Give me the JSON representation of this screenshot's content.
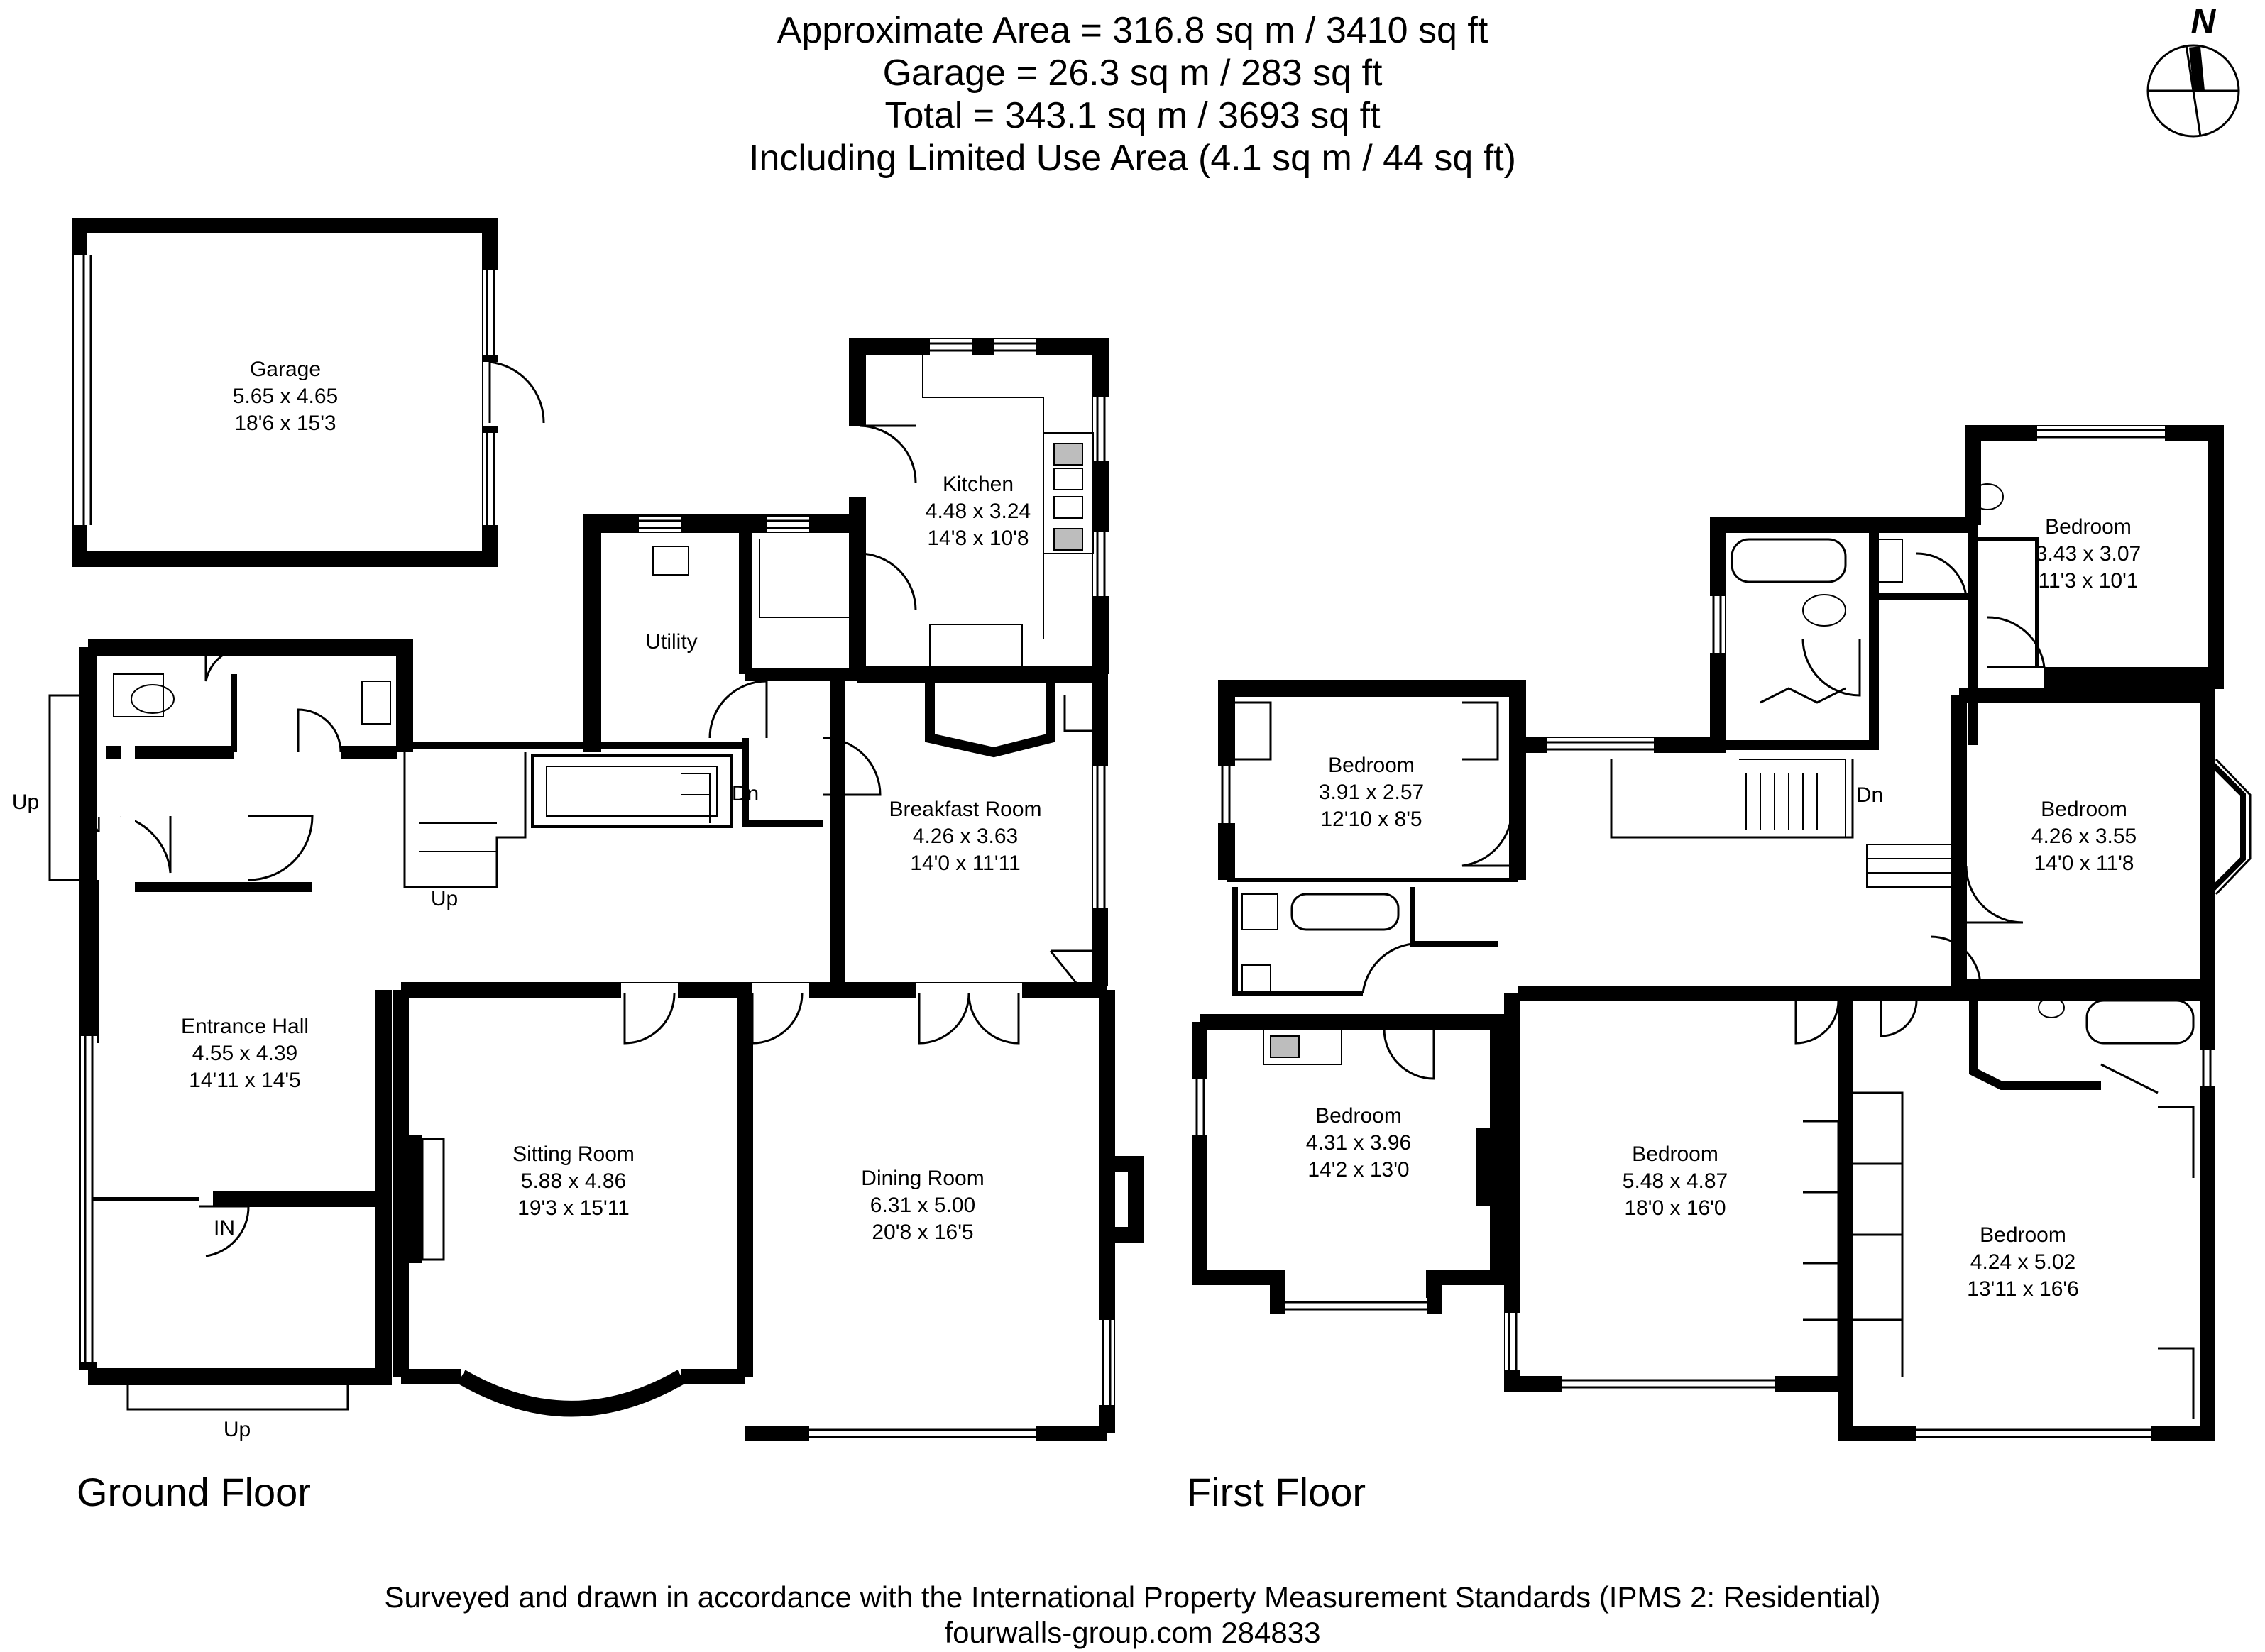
{
  "header": {
    "approx_area": "Approximate  Area = 316.8 sq m / 3410 sq ft",
    "garage_area": "Garage = 26.3 sq m / 283 sq ft",
    "total_area": "Total = 343.1 sq m / 3693 sq ft",
    "limited_use": "Including Limited Use Area (4.1 sq m / 44 sq ft)"
  },
  "compass": {
    "label": "N"
  },
  "floors": {
    "ground": "Ground Floor",
    "first": "First Floor"
  },
  "rooms": {
    "garage": {
      "name": "Garage",
      "metric": "5.65 x 4.65",
      "imperial": "18'6 x 15'3"
    },
    "kitchen": {
      "name": "Kitchen",
      "metric": "4.48 x 3.24",
      "imperial": "14'8 x 10'8"
    },
    "utility": {
      "name": "Utility"
    },
    "breakfast": {
      "name": "Breakfast Room",
      "metric": "4.26 x 3.63",
      "imperial": "14'0 x 11'11"
    },
    "entrance": {
      "name": "Entrance Hall",
      "metric": "4.55 x 4.39",
      "imperial": "14'11 x 14'5"
    },
    "sitting": {
      "name": "Sitting Room",
      "metric": "5.88 x 4.86",
      "imperial": "19'3 x 15'11"
    },
    "dining": {
      "name": "Dining Room",
      "metric": "6.31 x 5.00",
      "imperial": "20'8 x 16'5"
    },
    "bed1": {
      "name": "Bedroom",
      "metric": "3.43 x 3.07",
      "imperial": "11'3 x 10'1"
    },
    "bed2": {
      "name": "Bedroom",
      "metric": "3.91 x 2.57",
      "imperial": "12'10 x 8'5"
    },
    "bed3": {
      "name": "Bedroom",
      "metric": "4.26 x 3.55",
      "imperial": "14'0 x 11'8"
    },
    "bed4": {
      "name": "Bedroom",
      "metric": "4.31 x 3.96",
      "imperial": "14'2 x 13'0"
    },
    "bed5": {
      "name": "Bedroom",
      "metric": "5.48 x 4.87",
      "imperial": "18'0 x 16'0"
    },
    "bed6": {
      "name": "Bedroom",
      "metric": "4.24 x 5.02",
      "imperial": "13'11 x 16'6"
    }
  },
  "labels": {
    "up": "Up",
    "dn": "Dn",
    "in": "IN"
  },
  "footer": {
    "line1": "Surveyed and drawn in accordance with the International Property Measurement Standards (IPMS 2: Residential)",
    "line2": "fourwalls-group.com 284833"
  },
  "colors": {
    "wall": "#000000",
    "background": "#ffffff",
    "fixture": "#bdbdbd"
  }
}
